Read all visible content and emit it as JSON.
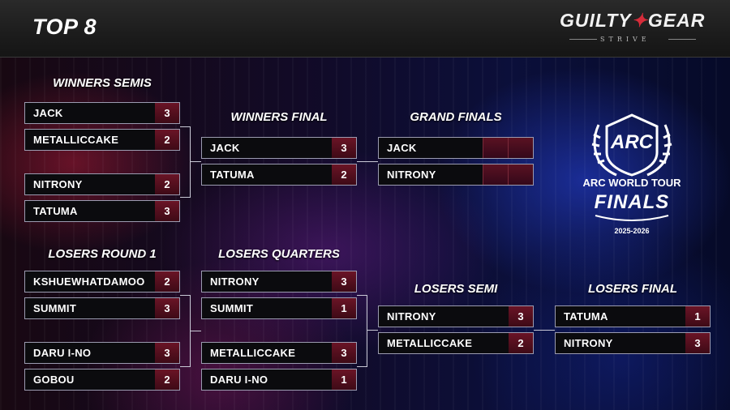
{
  "header": {
    "title": "TOP 8",
    "brand": {
      "word1": "GUILTY",
      "word2": "GEAR",
      "sub": "STRIVE"
    }
  },
  "rounds": {
    "winners_semis": {
      "label": "WINNERS SEMIS",
      "matches": [
        {
          "p1": {
            "name": "JACK",
            "score": "3"
          },
          "p2": {
            "name": "METALLICCAKE",
            "score": "2"
          }
        },
        {
          "p1": {
            "name": "NITRONY",
            "score": "2"
          },
          "p2": {
            "name": "TATUMA",
            "score": "3"
          }
        }
      ]
    },
    "winners_final": {
      "label": "WINNERS FINAL",
      "match": {
        "p1": {
          "name": "JACK",
          "score": "3"
        },
        "p2": {
          "name": "TATUMA",
          "score": "2"
        }
      }
    },
    "grand_finals": {
      "label": "GRAND FINALS",
      "match": {
        "p1": {
          "name": "JACK",
          "score": ""
        },
        "p2": {
          "name": "NITRONY",
          "score": ""
        }
      }
    },
    "losers_round1": {
      "label": "LOSERS ROUND 1",
      "matches": [
        {
          "p1": {
            "name": "KSHUEWHATDAMOO",
            "score": "2"
          },
          "p2": {
            "name": "SUMMIT",
            "score": "3"
          }
        },
        {
          "p1": {
            "name": "DARU I-NO",
            "score": "3"
          },
          "p2": {
            "name": "GOBOU",
            "score": "2"
          }
        }
      ]
    },
    "losers_quarters": {
      "label": "LOSERS QUARTERS",
      "matches": [
        {
          "p1": {
            "name": "NITRONY",
            "score": "3"
          },
          "p2": {
            "name": "SUMMIT",
            "score": "1"
          }
        },
        {
          "p1": {
            "name": "METALLICCAKE",
            "score": "3"
          },
          "p2": {
            "name": "DARU I-NO",
            "score": "1"
          }
        }
      ]
    },
    "losers_semi": {
      "label": "LOSERS SEMI",
      "match": {
        "p1": {
          "name": "NITRONY",
          "score": "3"
        },
        "p2": {
          "name": "METALLICCAKE",
          "score": "2"
        }
      }
    },
    "losers_final": {
      "label": "LOSERS FINAL",
      "match": {
        "p1": {
          "name": "TATUMA",
          "score": "1"
        },
        "p2": {
          "name": "NITRONY",
          "score": "3"
        }
      }
    }
  },
  "event_logo": {
    "mark": "ARC",
    "line1": "ARC WORLD TOUR",
    "line2": "FINALS",
    "years": "2025-2026"
  }
}
